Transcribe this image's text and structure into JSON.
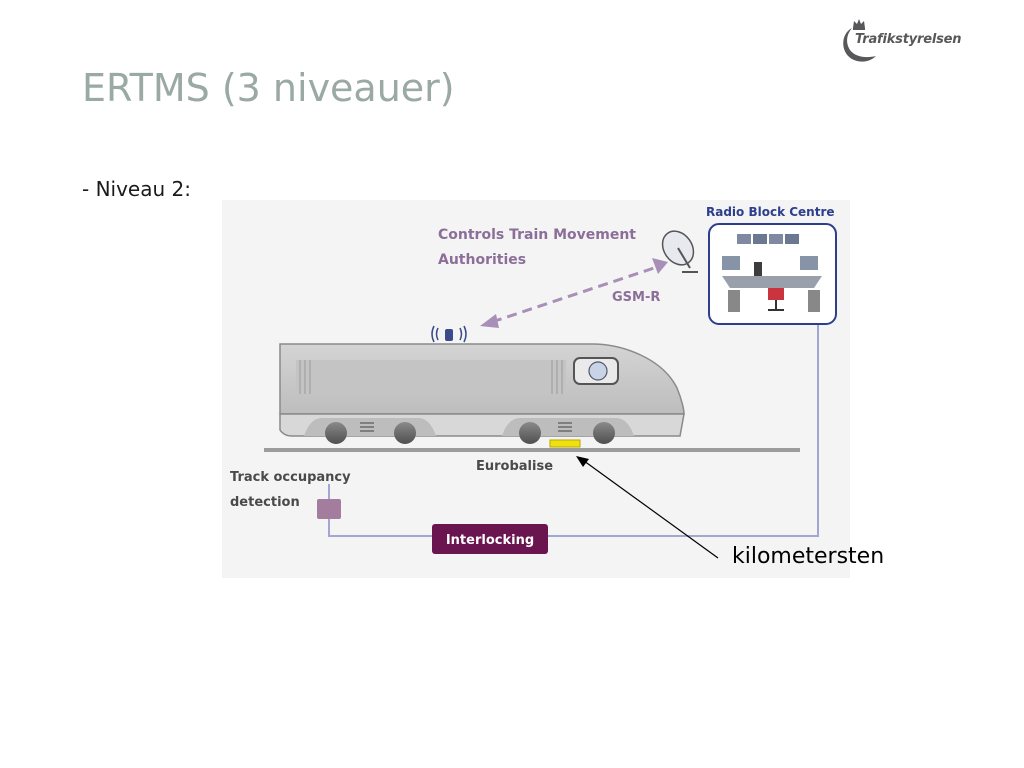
{
  "logo": {
    "text": "Trafikstyrelsen"
  },
  "slide": {
    "title": "ERTMS (3 niveauer)",
    "bullet": "- Niveau 2:"
  },
  "diagram": {
    "controls_line1": "Controls Train Movement",
    "controls_line2": "Authorities",
    "gsmr": "GSM-R",
    "rbc": "Radio Block Centre",
    "track_line1": "Track occupancy",
    "track_line2": "detection",
    "eurobalise": "Eurobalise",
    "interlocking": "Interlocking"
  },
  "annotation": {
    "text": "kilometersten"
  },
  "colors": {
    "title": "#9aa9a3",
    "purple_label": "#8c6f99",
    "interlocking": "#6b1550",
    "rbc_title": "#2c3e8c",
    "wire": "#a3a6d0",
    "balise": "#f0e010"
  }
}
